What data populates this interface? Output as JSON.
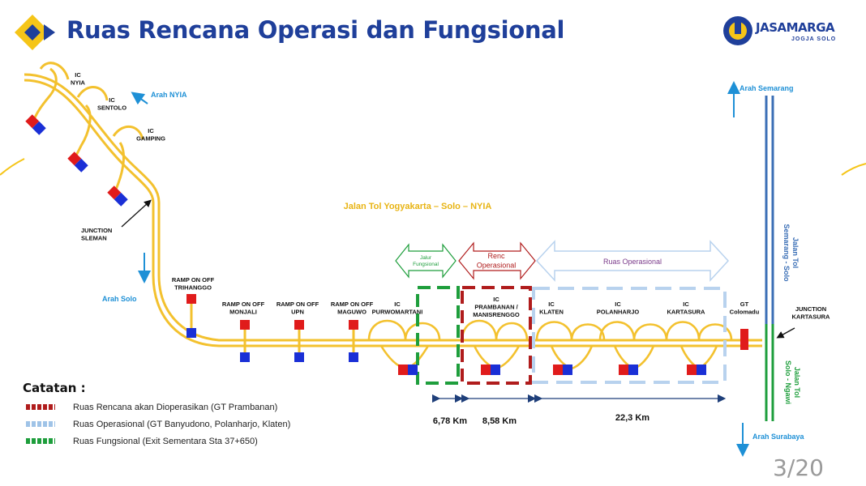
{
  "header": {
    "title": "Ruas Rencana Operasi dan Fungsional",
    "logo_text": "JASAMARGA",
    "logo_subtext": "JOGJA SOLO"
  },
  "colors": {
    "title": "#1f3f9a",
    "road": "#f3c12e",
    "accent_yellow": "#f5c518",
    "operasional": "#9fc3e7",
    "rencana": "#b01c1c",
    "fungsional": "#1e9e3c",
    "semarang_line": "#3b6fb6",
    "arrow_blue": "#1e90d6"
  },
  "labels": {
    "ic_nyia": "IC\nNYIA",
    "ic_sentolo": "IC\nSENTOLO",
    "ic_gamping": "IC\nGAMPING",
    "arah_nyia": "Arah NYIA",
    "junction_sleman": "JUNCTION\nSLEMAN",
    "arah_solo": "Arah Solo",
    "jalan_tol": "Jalan Tol Yogyakarta – Solo – NYIA",
    "ramp_trihanggo": "RAMP ON OFF\nTRIHANGGO",
    "ramp_monjali": "RAMP ON OFF\nMONJALI",
    "ramp_upn": "RAMP ON OFF\nUPN",
    "ramp_maguwo": "RAMP ON OFF\nMAGUWO",
    "ic_purwomartani": "IC\nPURWOMARTANI",
    "ic_prambanan": "IC\nPRAMBANAN /\nMANISRENGGO",
    "ic_klaten": "IC\nKLATEN",
    "ic_polanharjo": "IC\nPOLANHARJO",
    "ic_kartasura": "IC\nKARTASURA",
    "gt_colomadu": "GT\nColomadu",
    "junction_kartasura": "JUNCTION\nKARTASURA",
    "arah_semarang": "Arah Semarang",
    "arah_surabaya": "Arah Surabaya",
    "jalan_tol_semarang": "Jalan Tol\nSemarang - Solo",
    "jalan_tol_ngawi": "Jalan Tol\nSolo - Ngawi",
    "jalur_fungsional": "Jalur\nFungsional",
    "renc_operasional": "Renc\nOperasional",
    "ruas_operasional": "Ruas Operasional",
    "dist_1": "6,78 Km",
    "dist_2": "8,58 Km",
    "dist_3": "22,3 Km"
  },
  "notes": {
    "title": "Catatan :",
    "items": [
      {
        "label": "Ruas Rencana akan Dioperasikan (GT Prambanan)",
        "color": "#b01c1c"
      },
      {
        "label": "Ruas Operasional (GT Banyudono, Polanharjo, Klaten)",
        "color": "#9fc3e7"
      },
      {
        "label": "Ruas Fungsional (Exit Sementara Sta 37+650)",
        "color": "#1e9e3c"
      }
    ]
  },
  "page": "3/20"
}
